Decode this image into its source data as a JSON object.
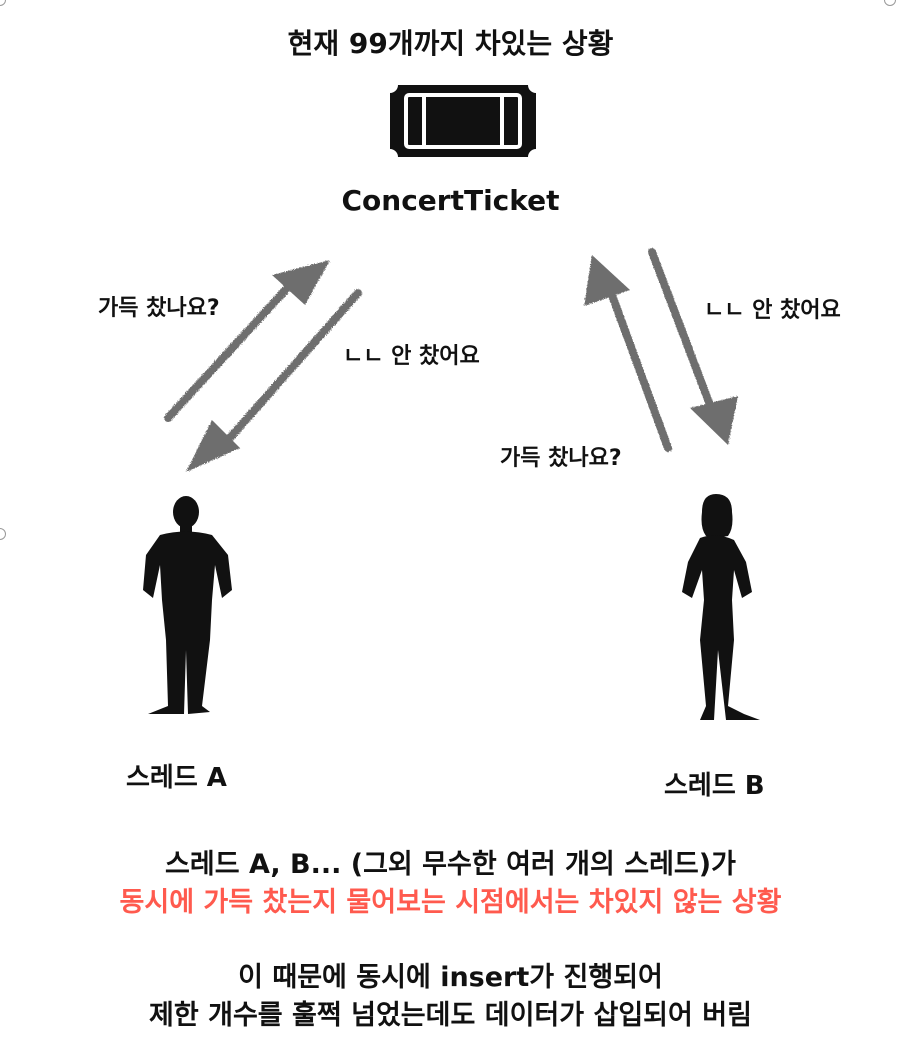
{
  "title": "현재 99개까지 차있는 상황",
  "ticket": {
    "label": "ConcertTicket",
    "icon": "ticket-icon"
  },
  "thread_a": {
    "label": "스레드 A",
    "question": "가득 찼나요?",
    "answer": "ㄴㄴ 안 찼어요"
  },
  "thread_b": {
    "label": "스레드 B",
    "question": "가득 찼나요?",
    "answer": "ㄴㄴ 안 찼어요"
  },
  "summary": {
    "line1": "스레드 A, B... (그외 무수한 여러 개의 스레드)가",
    "line2": "동시에 가득 찼는지 물어보는 시점에서는 차있지 않는 상황",
    "highlight_color": "#ff5a4e"
  },
  "conclusion": {
    "line1": "이 때문에 동시에 insert가 진행되어",
    "line2": "제한 개수를 훌쩍 넘었는데도 데이터가 삽입되어 버림"
  },
  "colors": {
    "arrow": "#6e6e6e",
    "silhouette": "#111111"
  }
}
